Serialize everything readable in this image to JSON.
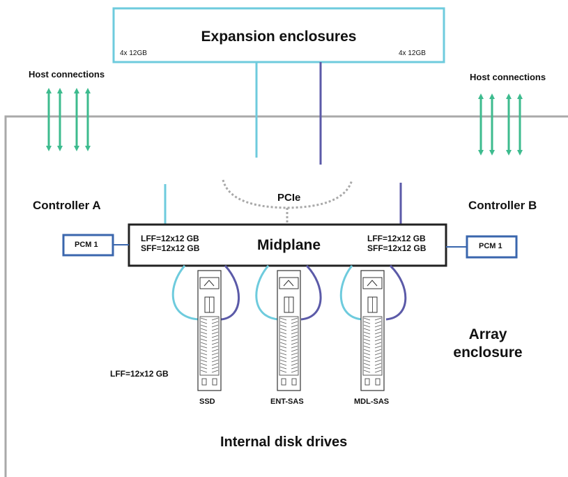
{
  "expansion": {
    "title": "Expansion enclosures",
    "left_port": "4x 12GB",
    "right_port": "4x 12GB"
  },
  "host_left": {
    "label": "Host connections"
  },
  "host_right": {
    "label": "Host connections"
  },
  "controller_a": {
    "label": "Controller A"
  },
  "controller_b": {
    "label": "Controller B"
  },
  "pcie": {
    "label": "PCIe"
  },
  "midplane": {
    "title": "Midplane",
    "left_lff": "LFF=12x12 GB",
    "left_sff": "SFF=12x12 GB",
    "right_lff": "LFF=12x12 GB",
    "right_sff": "SFF=12x12 GB"
  },
  "pcm_left": {
    "label": "PCM 1"
  },
  "pcm_right": {
    "label": "PCM 1"
  },
  "drives": [
    {
      "label": "SSD"
    },
    {
      "label": "ENT-SAS"
    },
    {
      "label": "MDL-SAS"
    }
  ],
  "lff_note": "LFF=12x12 GB",
  "array_enclosure": {
    "line1": "Array",
    "line2": "enclosure"
  },
  "internal_drives": {
    "label": "Internal disk drives"
  },
  "colors": {
    "cyan": "#6ecbdd",
    "purple": "#5b5aa8",
    "green": "#3dbb8e",
    "gray": "#a9a9a9",
    "pcm_blue": "#3a66ad",
    "dark": "#222222"
  }
}
